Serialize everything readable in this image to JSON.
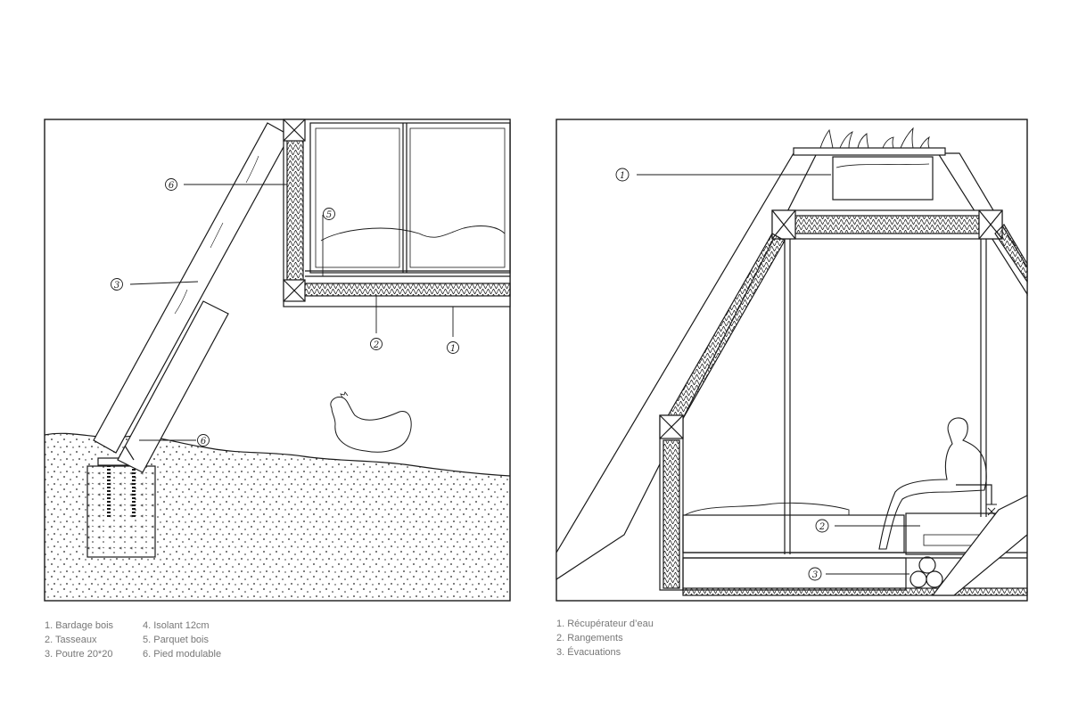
{
  "left_panel": {
    "callouts": [
      "6",
      "5",
      "3",
      "2",
      "1",
      "6"
    ],
    "legend_col1": [
      "1. Bardage bois",
      "2. Tasseaux",
      "3. Poutre 20*20"
    ],
    "legend_col2": [
      "4. Isolant 12cm",
      "5. Parquet bois",
      "6. Pied modulable"
    ]
  },
  "right_panel": {
    "callouts": [
      "1",
      "2",
      "3"
    ],
    "legend": [
      "1. Récupérateur d’eau",
      "2. Rangements",
      "3. Évacuations"
    ]
  },
  "colors": {
    "ink": "#1a1a1a",
    "legend_text": "#777777",
    "background": "#ffffff"
  }
}
